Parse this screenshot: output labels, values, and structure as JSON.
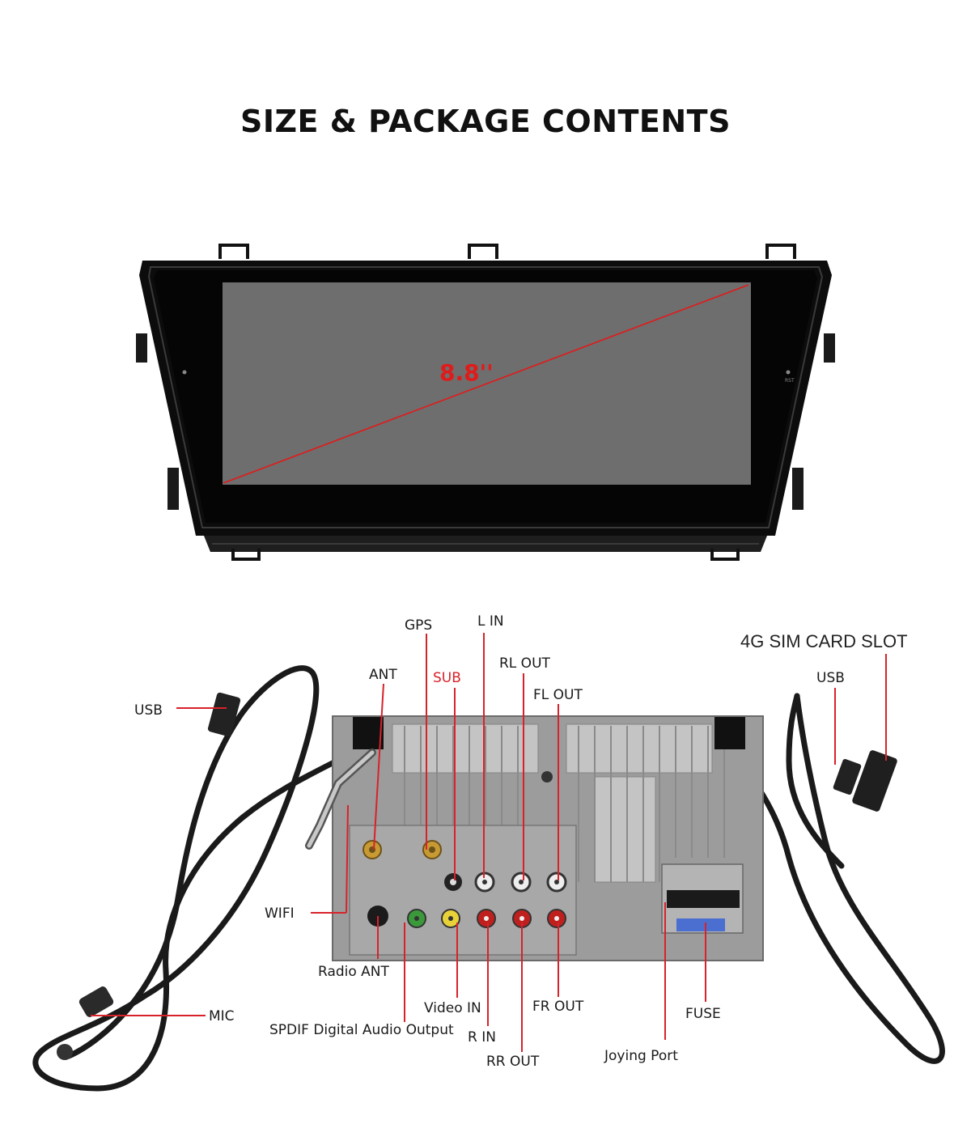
{
  "title": "SIZE & PACKAGE CONTENTS",
  "screen_size": "8.8''",
  "labels": {
    "gps": "GPS",
    "l_in": "L IN",
    "sim_slot": "4G SIM CARD SLOT",
    "ant": "ANT",
    "sub": "SUB",
    "rl_out": "RL OUT",
    "usb_right": "USB",
    "fl_out": "FL OUT",
    "usb_left": "USB",
    "wifi": "WIFI",
    "radio_ant": "Radio ANT",
    "mic": "MIC",
    "video_in": "Video IN",
    "fr_out": "FR OUT",
    "fuse": "FUSE",
    "spdif": "SPDIF Digital Audio Output",
    "r_in": "R IN",
    "rr_out": "RR OUT",
    "joying_port": "Joying Port"
  },
  "colors": {
    "accent_red": "#d8222a",
    "screen_gray": "#6e6e6e",
    "bezel": "#121212"
  }
}
